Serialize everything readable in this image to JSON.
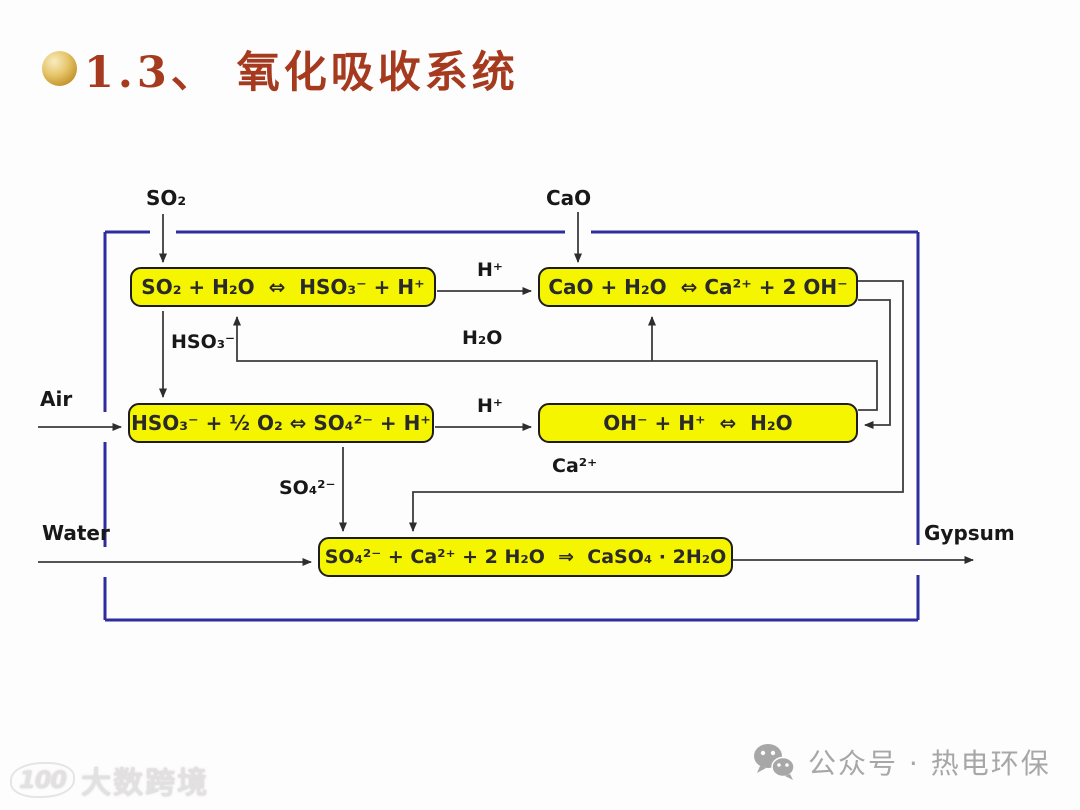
{
  "slide": {
    "title": "1.3、 氧化吸收系统"
  },
  "diagram": {
    "external_labels": {
      "so2": "SO₂",
      "cao": "CaO",
      "air": "Air",
      "water": "Water",
      "gypsum": "Gypsum"
    },
    "flow_labels": {
      "h_plus_top": "H⁺",
      "h2o_recycle": "H₂O",
      "hso3": "HSO₃⁻",
      "h_plus_mid": "H⁺",
      "ca2": "Ca²⁺",
      "so4": "SO₄²⁻"
    },
    "reaction_boxes": {
      "so2_absorption": "SO₂ + H₂O  ⇔  HSO₃⁻ + H⁺",
      "lime_hydration": "CaO + H₂O  ⇔ Ca²⁺ + 2 OH⁻",
      "oxidation": "HSO₃⁻ + ½ O₂ ⇔ SO₄²⁻ + H⁺",
      "neutralization": "OH⁻ + H⁺  ⇔  H₂O",
      "gypsum_formation": "SO₄²⁻ + Ca²⁺ + 2 H₂O  ⇒  CaSO₄ · 2H₂O"
    },
    "colors": {
      "box_fill": "#f5f500",
      "box_border": "#1d1d1d",
      "frame_border": "#2d2da0",
      "flow_line": "#3c3c3c",
      "title_text": "#a53a1e",
      "bullet_gold": "#d9ab3c"
    }
  },
  "footer": {
    "watermark_left_logo": "100",
    "watermark_left_text": "大数跨境",
    "watermark_right_text": "公众号 · 热电环保"
  }
}
